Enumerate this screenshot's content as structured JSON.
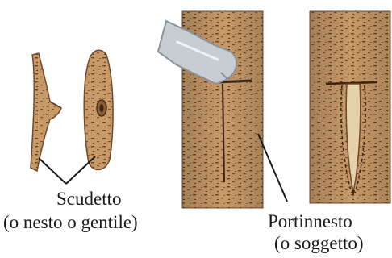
{
  "labels": {
    "scion": {
      "title": "Scudetto",
      "subtitle": "(o nesto o gentile)"
    },
    "rootstock": {
      "title": "Portinnesto",
      "subtitle": "(o soggetto)"
    }
  },
  "colors": {
    "bark": "#b98a5c",
    "bark_light": "#d4ad7c",
    "bark_dark": "#6f4a2c",
    "speckle": "#5a3a22",
    "blade": "#c7cdd3",
    "blade_edge": "#8a939c",
    "text": "#1a1a1a",
    "leader_line": "#1a1a1a"
  },
  "icons": [
    "budding-knife-icon"
  ]
}
